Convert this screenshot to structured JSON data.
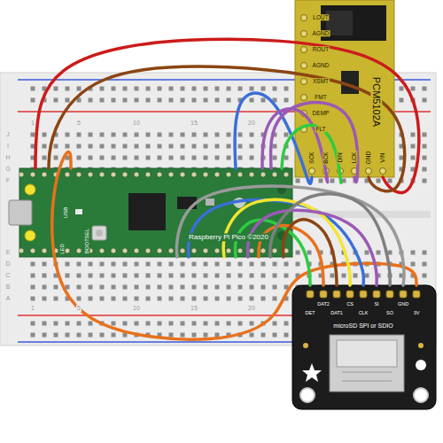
{
  "diagram": {
    "nodes": [
      {
        "text": [
          "Raspberry Pi Pico ©2020"
        ]
      },
      {
        "text": [
          "PCM5102A"
        ]
      },
      {
        "text": [
          "microSD SPI or SDIO"
        ]
      }
    ],
    "edges": [
      {
        "from": 0,
        "to": 1,
        "arrow": "none"
      },
      {
        "from": 0,
        "to": 1,
        "arrow": "none"
      },
      {
        "from": 0,
        "to": 1,
        "arrow": "none"
      },
      {
        "from": 0,
        "to": 1,
        "arrow": "none"
      },
      {
        "from": 0,
        "to": 1,
        "arrow": "none"
      },
      {
        "from": 0,
        "to": 1,
        "arrow": "none"
      },
      {
        "from": 0,
        "to": 2,
        "arrow": "none"
      },
      {
        "from": 0,
        "to": 2,
        "arrow": "none"
      },
      {
        "from": 0,
        "to": 2,
        "arrow": "none"
      },
      {
        "from": 0,
        "to": 2,
        "arrow": "none"
      },
      {
        "from": 0,
        "to": 2,
        "arrow": "none"
      },
      {
        "from": 0,
        "to": 2,
        "arrow": "none"
      },
      {
        "from": 0,
        "to": 2,
        "arrow": "none"
      },
      {
        "from": 0,
        "to": 2,
        "arrow": "none"
      },
      {
        "from": 0,
        "to": 2,
        "arrow": "none"
      }
    ],
    "labels": [
      "USB",
      "LED",
      "BOOTSEL",
      "LOUT",
      "AGND",
      "ROUT",
      "AGND",
      "XSMT",
      "FMT",
      "DEMP",
      "FLT",
      "SCK",
      "BCK",
      "DIN",
      "LCK",
      "GND",
      "VIN",
      "DET",
      "DAT2",
      "DAT1",
      "CS",
      "CLK",
      "SI",
      "SO",
      "GND",
      "3V",
      "J",
      "I",
      "H",
      "G",
      "F",
      "E",
      "D",
      "C",
      "B",
      "A",
      "1",
      "5",
      "10",
      "15",
      "20",
      "1",
      "5",
      "10",
      "15",
      "20"
    ]
  }
}
